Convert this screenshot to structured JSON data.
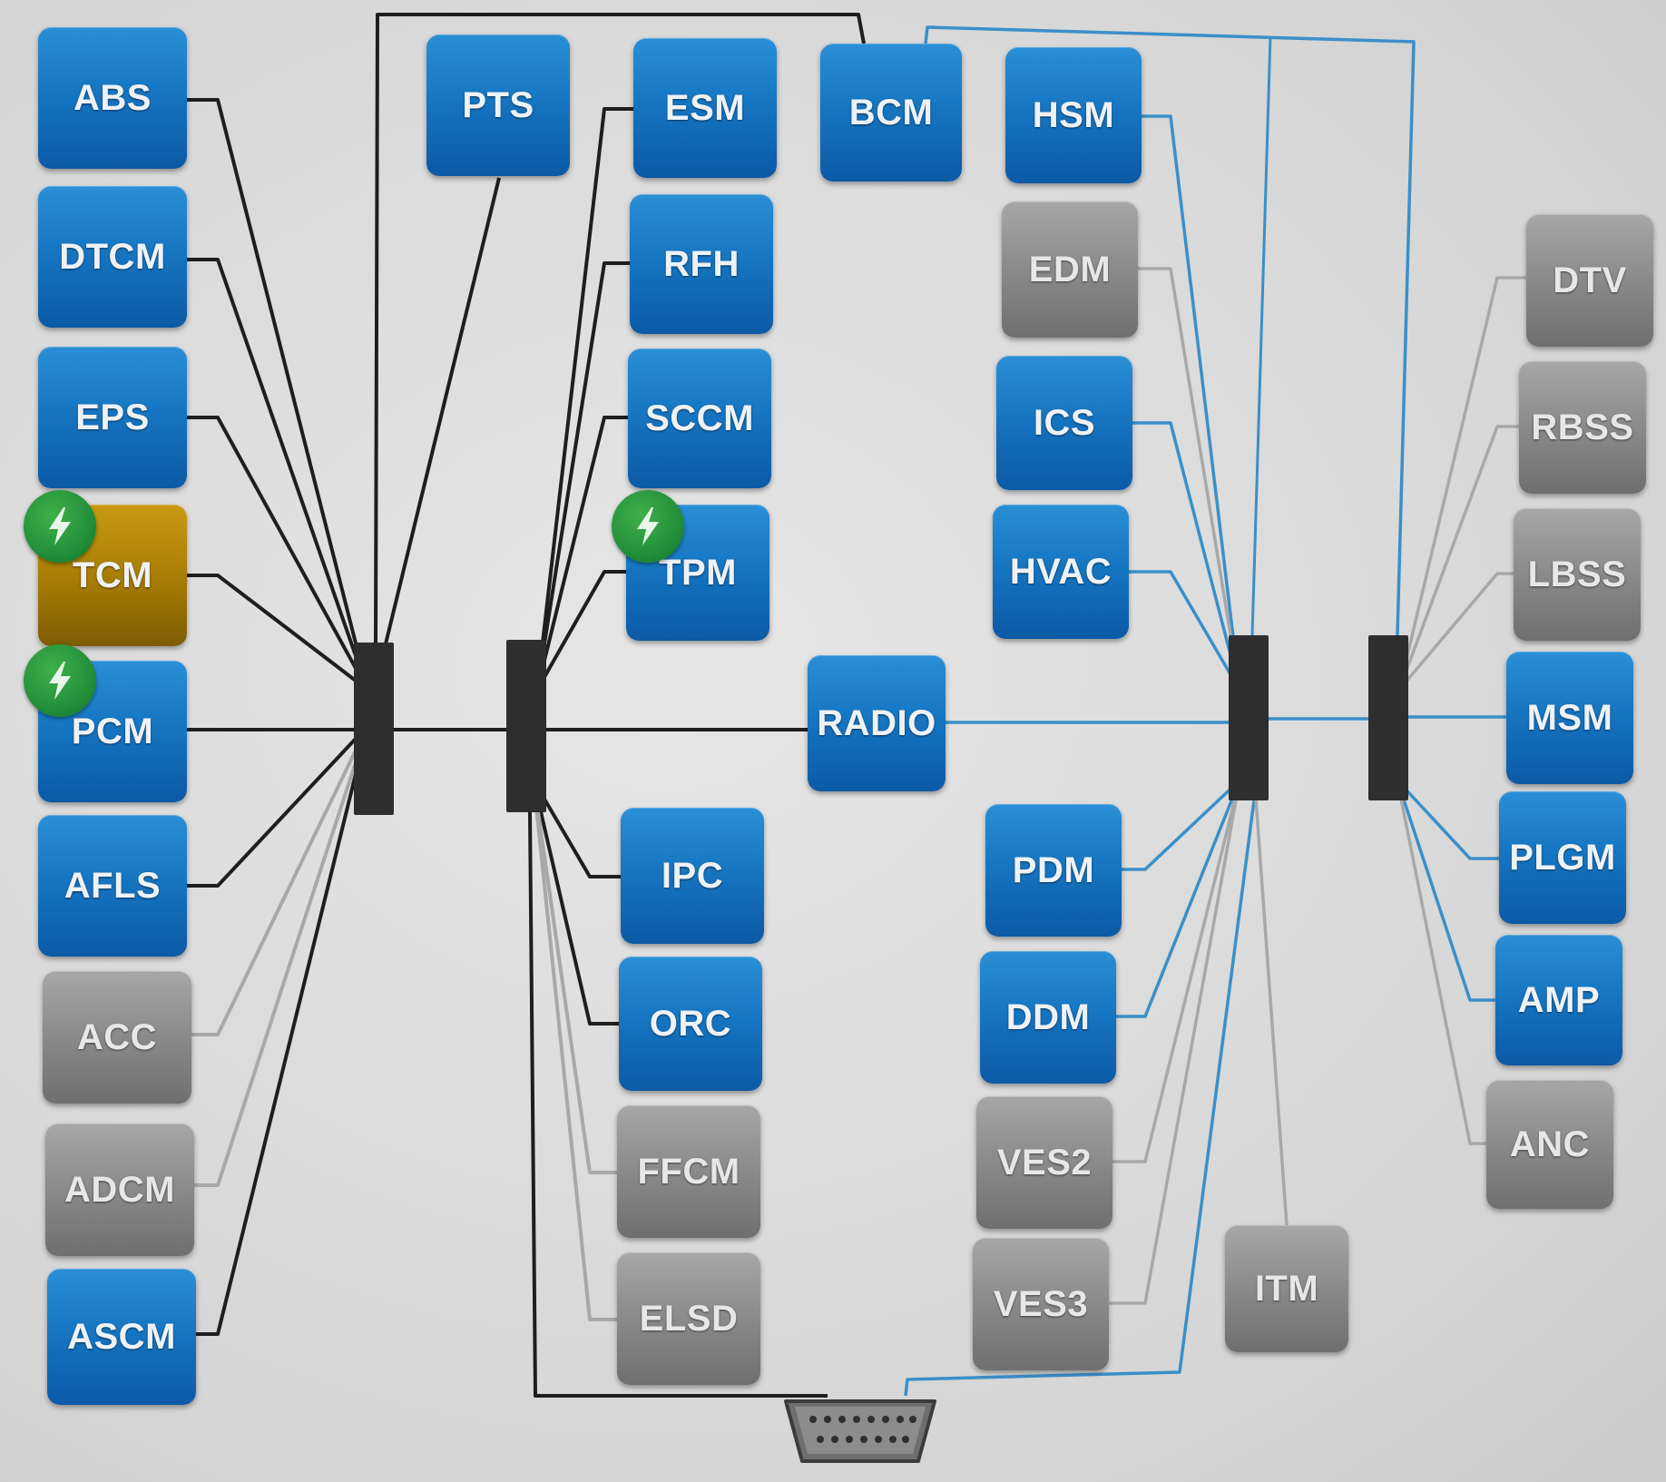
{
  "modules": {
    "abs": {
      "label": "ABS",
      "state": "blue"
    },
    "dtcm": {
      "label": "DTCM",
      "state": "blue"
    },
    "eps": {
      "label": "EPS",
      "state": "blue"
    },
    "tcm": {
      "label": "TCM",
      "state": "gold"
    },
    "pcm": {
      "label": "PCM",
      "state": "blue"
    },
    "afls": {
      "label": "AFLS",
      "state": "blue"
    },
    "acc": {
      "label": "ACC",
      "state": "gray"
    },
    "adcm": {
      "label": "ADCM",
      "state": "gray"
    },
    "ascm": {
      "label": "ASCM",
      "state": "blue"
    },
    "pts": {
      "label": "PTS",
      "state": "blue"
    },
    "esm": {
      "label": "ESM",
      "state": "blue"
    },
    "rfh": {
      "label": "RFH",
      "state": "blue"
    },
    "sccm": {
      "label": "SCCM",
      "state": "blue"
    },
    "tpm": {
      "label": "TPM",
      "state": "blue"
    },
    "ipc": {
      "label": "IPC",
      "state": "blue"
    },
    "orc": {
      "label": "ORC",
      "state": "blue"
    },
    "ffcm": {
      "label": "FFCM",
      "state": "gray"
    },
    "elsd": {
      "label": "ELSD",
      "state": "gray"
    },
    "bcm": {
      "label": "BCM",
      "state": "blue"
    },
    "radio": {
      "label": "RADIO",
      "state": "blue"
    },
    "hsm": {
      "label": "HSM",
      "state": "blue"
    },
    "edm": {
      "label": "EDM",
      "state": "gray"
    },
    "ics": {
      "label": "ICS",
      "state": "blue"
    },
    "hvac": {
      "label": "HVAC",
      "state": "blue"
    },
    "pdm": {
      "label": "PDM",
      "state": "blue"
    },
    "ddm": {
      "label": "DDM",
      "state": "blue"
    },
    "ves2": {
      "label": "VES2",
      "state": "gray"
    },
    "ves3": {
      "label": "VES3",
      "state": "gray"
    },
    "itm": {
      "label": "ITM",
      "state": "gray"
    },
    "dtv": {
      "label": "DTV",
      "state": "gray"
    },
    "rbss": {
      "label": "RBSS",
      "state": "gray"
    },
    "lbss": {
      "label": "LBSS",
      "state": "gray"
    },
    "msm": {
      "label": "MSM",
      "state": "blue"
    },
    "plgm": {
      "label": "PLGM",
      "state": "blue"
    },
    "amp": {
      "label": "AMP",
      "state": "blue"
    },
    "anc": {
      "label": "ANC",
      "state": "gray"
    }
  },
  "flash_badges": [
    "tcm",
    "pcm",
    "tpm"
  ],
  "colors": {
    "online_module": "#1676c2",
    "offline_module": "#8a8a8a",
    "flagged_module": "#a67b05",
    "bus_black": "#1e1e1e",
    "bus_blue": "#3a8fc9",
    "bus_gray": "#a8a8a8",
    "flash_badge": "#23903a"
  },
  "icons": {
    "flash_badge": "lightning-bolt-icon",
    "diagnostic_port": "obd-connector-icon"
  }
}
